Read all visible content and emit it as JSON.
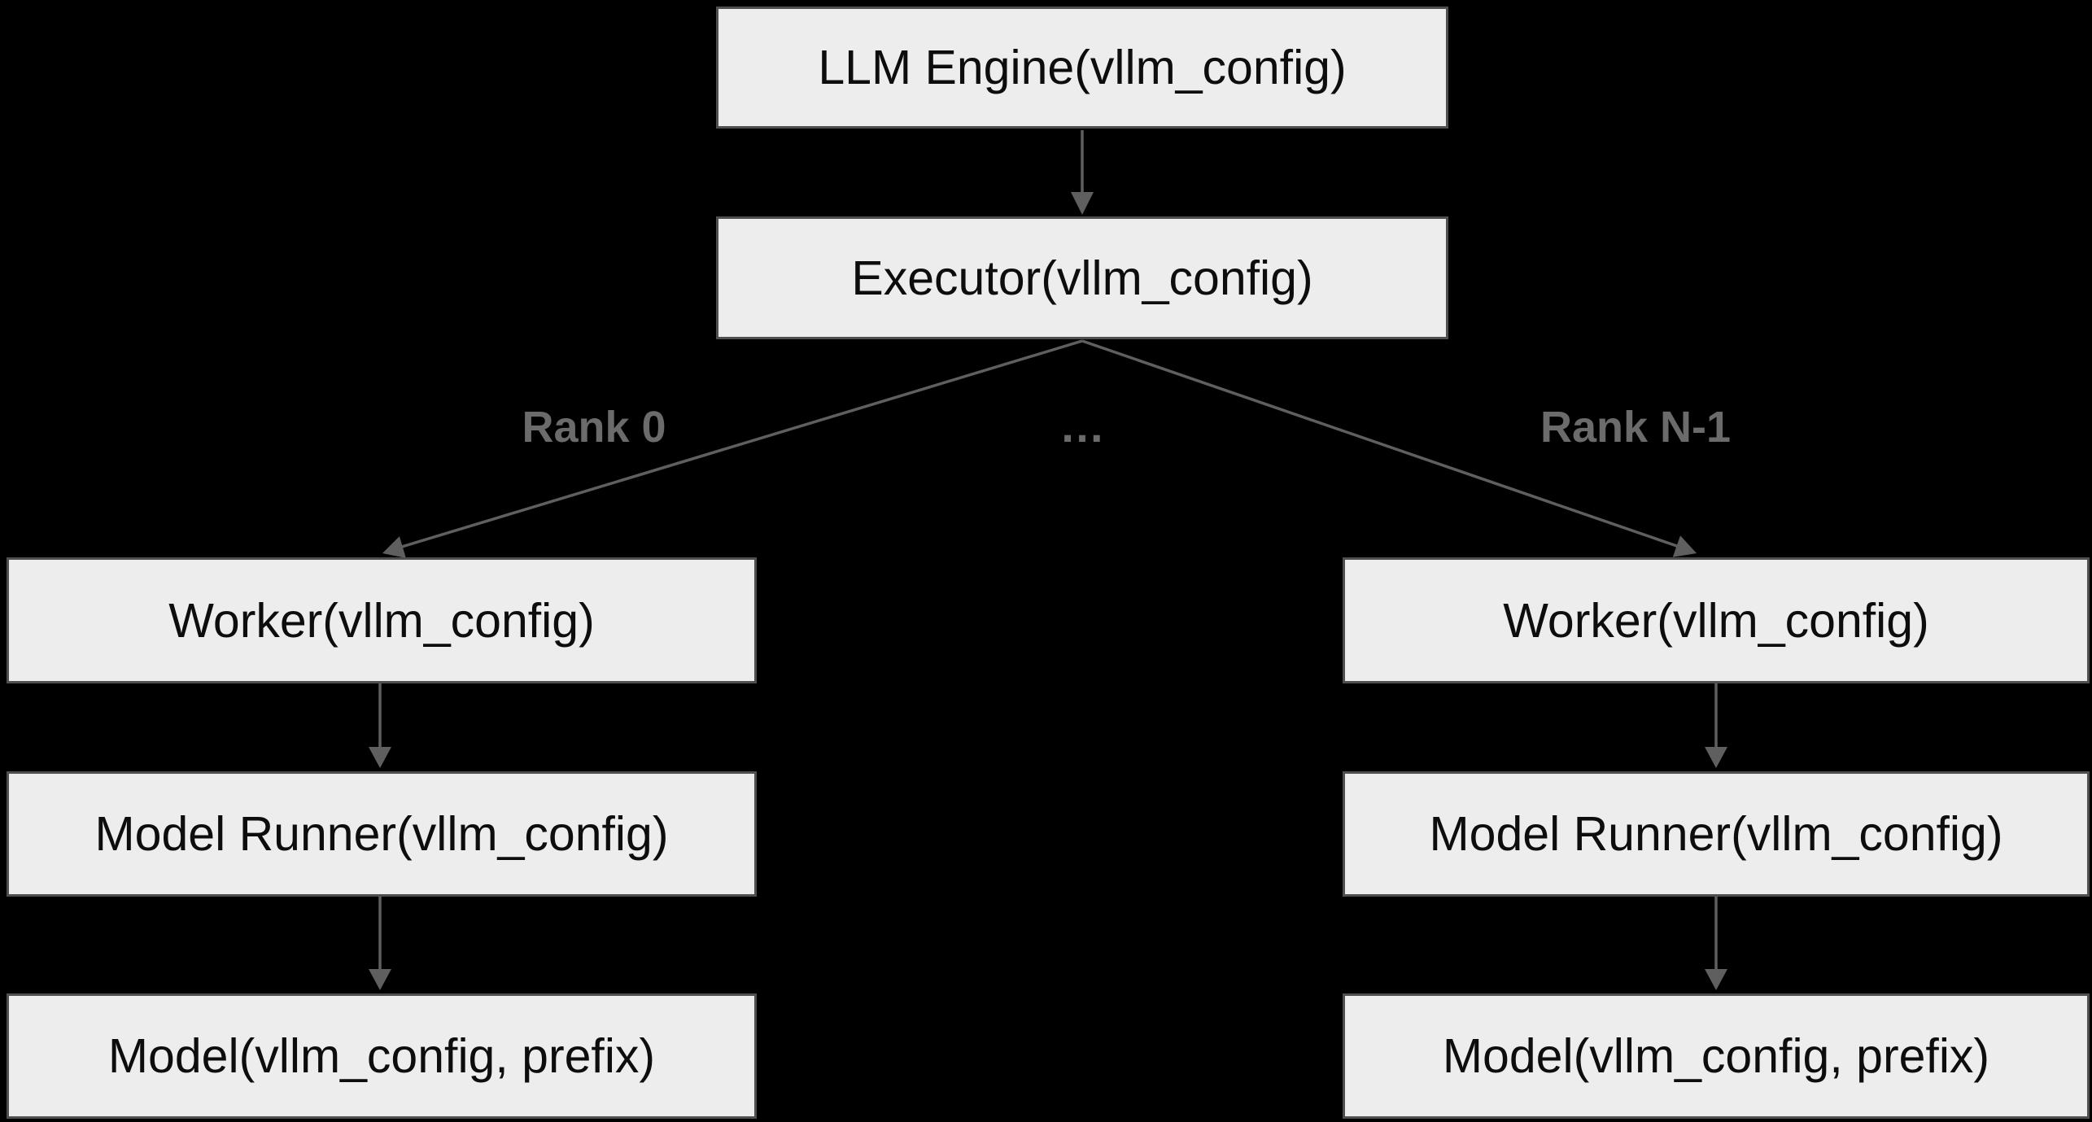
{
  "diagram": {
    "title": "vLLM engine-executor-worker hierarchy",
    "colors": {
      "background": "#000000",
      "box-fill": "#ededed",
      "box-border": "#4f4f4f",
      "box-text": "#0d0d0d",
      "arrow": "#5f5f5f",
      "edge-label": "#6b6b6b"
    },
    "nodes": {
      "llm_engine": {
        "label": "LLM Engine(vllm_config)"
      },
      "executor": {
        "label": "Executor(vllm_config)"
      },
      "worker_left": {
        "label": "Worker(vllm_config)"
      },
      "model_runner_left": {
        "label": "Model Runner(vllm_config)"
      },
      "model_left": {
        "label": "Model(vllm_config, prefix)"
      },
      "worker_right": {
        "label": "Worker(vllm_config)"
      },
      "model_runner_right": {
        "label": "Model Runner(vllm_config)"
      },
      "model_right": {
        "label": "Model(vllm_config, prefix)"
      }
    },
    "edge_labels": {
      "rank_0": "Rank 0",
      "ellipsis": "…",
      "rank_n_1": "Rank N-1"
    }
  }
}
